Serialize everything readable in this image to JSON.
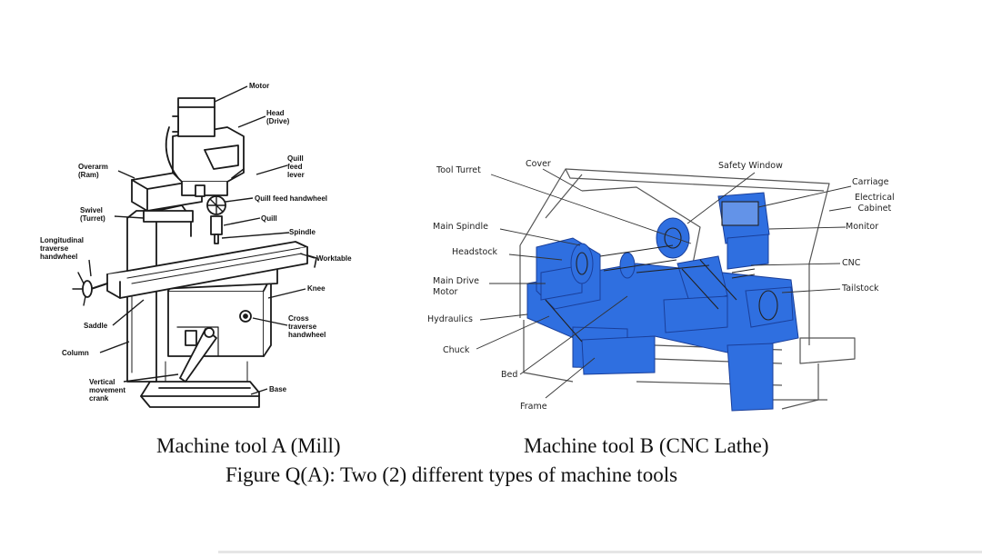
{
  "mill": {
    "labels": {
      "motor": "Motor",
      "head": "Head\n(Drive)",
      "quill_feed_lever": "Quill\nfeed\nlever",
      "overarm": "Overarm\n(Ram)",
      "quill_feed_handwheel": "Quill feed handwheel",
      "swivel": "Swivel\n(Turret)",
      "quill": "Quill",
      "spindle": "Spindle",
      "longitudinal": "Longitudinal\ntraverse\nhandwheel",
      "worktable": "Worktable",
      "knee": "Knee",
      "saddle": "Saddle",
      "cross_traverse": "Cross\ntraverse\nhandwheel",
      "column": "Column",
      "vertical_crank": "Vertical\nmovement\ncrank",
      "base": "Base"
    },
    "caption": "Machine tool A (Mill)"
  },
  "lathe": {
    "labels": {
      "tool_turret": "Tool Turret",
      "cover": "Cover",
      "safety_window": "Safety Window",
      "carriage": "Carriage",
      "electrical_cabinet": "Electrical\nCabinet",
      "monitor": "Monitor",
      "main_spindle": "Main Spindle",
      "headstock": "Headstock",
      "cnc": "CNC",
      "main_drive_motor": "Main Drive\nMotor",
      "tailstock": "Tailstock",
      "hydraulics": "Hydraulics",
      "chuck": "Chuck",
      "bed": "Bed",
      "frame": "Frame"
    },
    "caption": "Machine tool B (CNC Lathe)"
  },
  "figure_caption": "Figure Q(A): Two (2) different types of machine tools",
  "colors": {
    "lathe_blue": "#2f6fe0",
    "line": "#1a1a1a",
    "lathe_line": "#555555"
  }
}
